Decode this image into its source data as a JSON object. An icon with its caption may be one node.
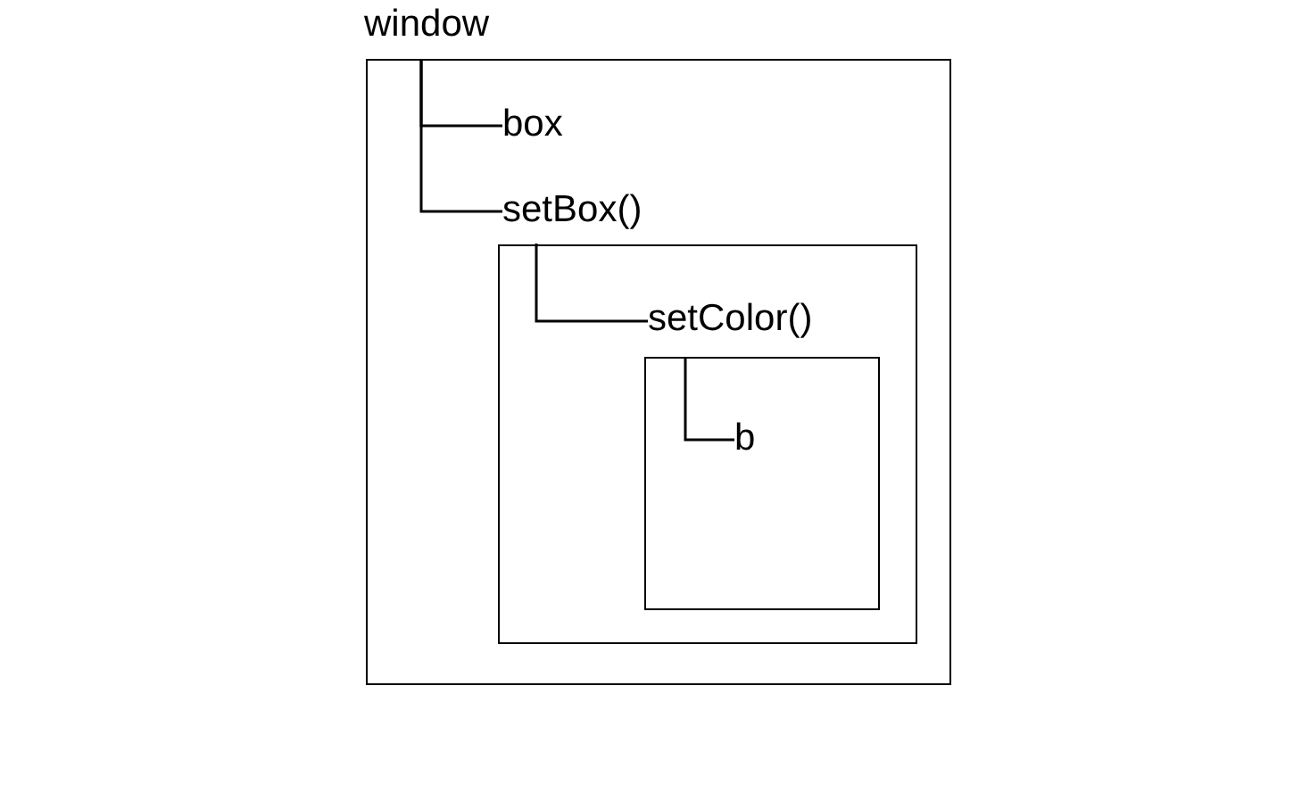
{
  "diagram": {
    "nodes": [
      {
        "text": [
          "window"
        ]
      },
      {
        "text": [
          "box"
        ],
        "in": 0
      },
      {
        "text": [
          "setBox()"
        ],
        "in": 0
      },
      {
        "text": [],
        "shape": "box",
        "in": 0
      },
      {
        "text": [
          "setColor()"
        ],
        "in": 3
      },
      {
        "text": [],
        "shape": "box",
        "in": 3
      },
      {
        "text": [
          "b"
        ],
        "in": 5
      }
    ],
    "edges": [
      {
        "from": 0,
        "to": 1,
        "arrow": "none"
      },
      {
        "from": 0,
        "to": 2,
        "arrow": "none"
      },
      {
        "from": 3,
        "to": 4,
        "arrow": "none"
      },
      {
        "from": 5,
        "to": 6,
        "arrow": "none"
      }
    ]
  }
}
